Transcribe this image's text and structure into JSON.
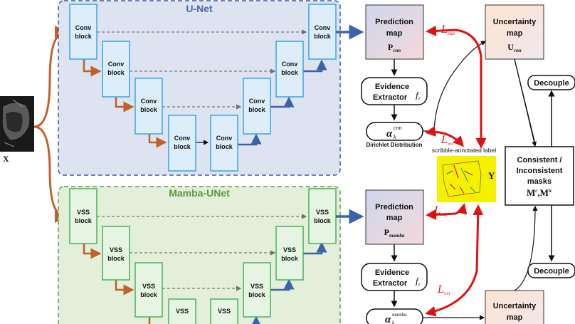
{
  "input": {
    "label": "X"
  },
  "unet": {
    "title": "U-Net",
    "block_line1": "Conv",
    "block_line2": "block"
  },
  "mamba": {
    "title": "Mamba-UNet",
    "block_line1": "VSS",
    "block_line2": "block"
  },
  "top": {
    "pred_line1": "Prediction",
    "pred_line2": "map",
    "pred_sym": "P",
    "pred_sub": "cnn",
    "evid_line1": "Evidence",
    "evid_line2": "Extractor",
    "evid_fn": "f",
    "evid_fn_sub": "e",
    "alpha": "α",
    "alpha_sup": "cnn",
    "alpha_sub": "k",
    "dirichlet": "Dirichlet Distribution",
    "unc_line1": "Uncertainty",
    "unc_line2": "map",
    "unc_sym": "U",
    "unc_sub": "cnn"
  },
  "bottom": {
    "pred_line1": "Prediction",
    "pred_line2": "map",
    "pred_sym": "P",
    "pred_sub": "mamba",
    "evid_line1": "Evidence",
    "evid_line2": "Extractor",
    "evid_fn": "f",
    "evid_fn_sub": "e",
    "alpha": "α",
    "alpha_sup": "mamba",
    "alpha_sub": "k",
    "unc_line1": "Uncertainty",
    "unc_line2": "map"
  },
  "losses": {
    "sup": "L",
    "sup_sub": "sup",
    "evi": "L",
    "evi_sub": "evi"
  },
  "scribble": {
    "label": "scribble-annotated label",
    "symbol": "Y"
  },
  "masks": {
    "line1": "Consistent /",
    "line2": "Inconsistent",
    "line3": "masks",
    "sym": "M",
    "sup1": "c",
    "sep": ",",
    "sup2": "ic"
  },
  "decouple": {
    "top": "Decouple",
    "bottom": "Decouple"
  },
  "colors": {
    "unet_bg": "#dde3f1",
    "unet_border": "#3e5a9a",
    "unet_title": "#4a6aa8",
    "mamba_bg": "#e3efd8",
    "mamba_border": "#5f9b48",
    "mamba_title": "#5a9a40",
    "conv_block": "#ddeefa",
    "conv_border": "#3aa6e0",
    "vss_block": "#e6f4e2",
    "vss_border": "#49b064",
    "brown_arrow": "#c0602a",
    "blue_arrow": "#3a64a8",
    "red_loss": "#e01010",
    "scribble_bg": "#f4f000"
  }
}
